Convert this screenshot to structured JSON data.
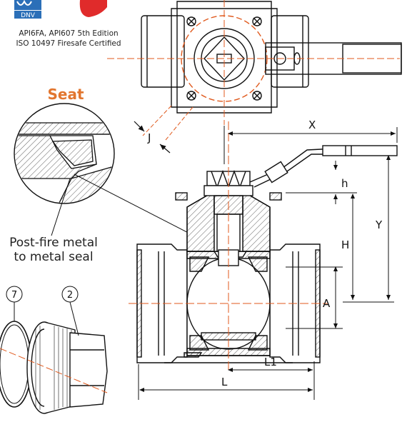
{
  "logos": {
    "dnv_text": "DNV",
    "dnv_color": "#2b6fb8",
    "red_logo_color": "#e02b2b"
  },
  "certifications": {
    "line1": "API6FA, API607 5th Edition",
    "line2": "ISO 10497 Firesafe Certified"
  },
  "seat_detail": {
    "title": "Seat",
    "title_color": "#e2762f",
    "callout_line1": "Post-fire metal",
    "callout_line2": "to metal seal"
  },
  "dimensions": {
    "x": "X",
    "y": "Y",
    "h_lower": "h",
    "h_upper": "H",
    "a": "A",
    "l1": "L1",
    "l": "L",
    "j": "J"
  },
  "parts": {
    "part_7": "7",
    "part_2": "2"
  },
  "colors": {
    "centerline": "#e05a1e",
    "line": "#111111"
  }
}
